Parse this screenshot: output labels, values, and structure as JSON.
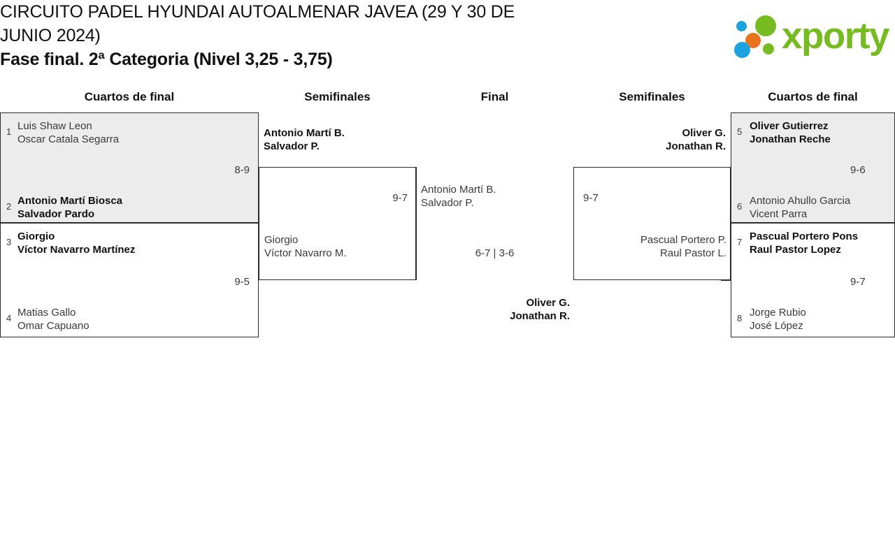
{
  "header": {
    "title_lines": [
      "CIRCUITO PADEL HYUNDAI AUTOALMENAR JAVEA (29 Y 30 DE",
      "JUNIO 2024)"
    ],
    "subtitle": "Fase final. 2ª Categoria (Nivel 3,25 - 3,75)",
    "logo": {
      "wordmark": "xporty",
      "green": "#76bc21",
      "blue": "#1ba3e0",
      "orange": "#e8731c"
    }
  },
  "rounds": [
    {
      "label": "Cuartos de final",
      "side": "left"
    },
    {
      "label": "Semifinales",
      "side": "left"
    },
    {
      "label": "Final",
      "side": "center"
    },
    {
      "label": "Semifinales",
      "side": "right"
    },
    {
      "label": "Cuartos de final",
      "side": "right"
    }
  ],
  "left_quarters": [
    {
      "shaded": true,
      "score": "8-9",
      "teams": [
        {
          "seed": "1",
          "p1": "Luis Shaw Leon",
          "p2": "Oscar Catala Segarra",
          "winner": false
        },
        {
          "seed": "2",
          "p1": "Antonio Martí Biosca",
          "p2": "Salvador Pardo",
          "winner": true
        }
      ]
    },
    {
      "shaded": false,
      "score": "9-5",
      "teams": [
        {
          "seed": "3",
          "p1": "Giorgio",
          "p2": "Víctor Navarro Martínez",
          "winner": true
        },
        {
          "seed": "4",
          "p1": "Matias Gallo",
          "p2": "Omar Capuano",
          "winner": false
        }
      ]
    }
  ],
  "right_quarters": [
    {
      "shaded": true,
      "score": "9-6",
      "teams": [
        {
          "seed": "5",
          "p1": "Oliver Gutierrez",
          "p2": "Jonathan Reche",
          "winner": true
        },
        {
          "seed": "6",
          "p1": "Antonio Ahullo Garcia",
          "p2": "Vicent Parra",
          "winner": false
        }
      ]
    },
    {
      "shaded": false,
      "score": "9-7",
      "teams": [
        {
          "seed": "7",
          "p1": "Pascual Portero Pons",
          "p2": "Raul Pastor Lopez",
          "winner": true
        },
        {
          "seed": "8",
          "p1": "Jorge Rubio",
          "p2": "José López",
          "winner": false
        }
      ]
    }
  ],
  "left_semifinal": {
    "score": "9-7",
    "top": {
      "p1": "Antonio Martí B.",
      "p2": "Salvador P.",
      "winner": true
    },
    "bottom": {
      "p1": "Giorgio",
      "p2": "Víctor Navarro M.",
      "winner": false
    }
  },
  "right_semifinal": {
    "score": "9-7",
    "top": {
      "p1": "Oliver G.",
      "p2": "Jonathan R.",
      "winner": true
    },
    "bottom": {
      "p1": "Pascual Portero P.",
      "p2": "Raul Pastor L.",
      "winner": false
    }
  },
  "final": {
    "score": "6-7 | 3-6",
    "left": {
      "p1": "Antonio Martí B.",
      "p2": "Salvador P.",
      "winner": false
    },
    "right": {
      "p1": "Oliver G.",
      "p2": "Jonathan R.",
      "winner": true
    }
  }
}
